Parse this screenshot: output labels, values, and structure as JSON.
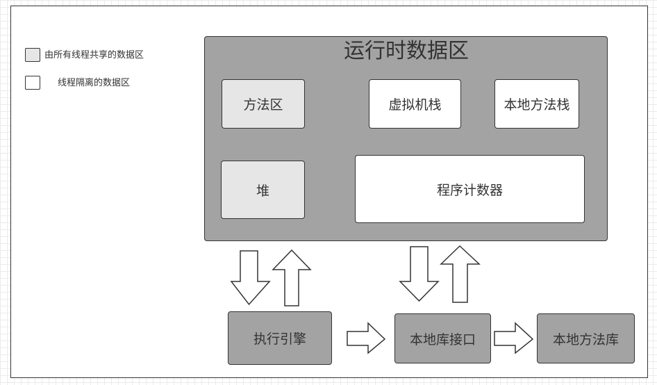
{
  "legend": {
    "shared_label": "由所有线程共享的数据区",
    "isolated_label": "线程隔离的数据区"
  },
  "runtime": {
    "title": "运行时数据区",
    "method_area": "方法区",
    "vm_stack": "虚拟机栈",
    "native_method_stack": "本地方法栈",
    "heap": "堆",
    "program_counter": "程序计数器"
  },
  "bottom": {
    "execution_engine": "执行引擎",
    "native_interface": "本地库接口",
    "native_library": "本地方法库"
  },
  "colors": {
    "shared_fill": "#e6e6e6",
    "isolated_fill": "#ffffff",
    "container_fill": "#a3a3a3",
    "stroke": "#333333"
  }
}
